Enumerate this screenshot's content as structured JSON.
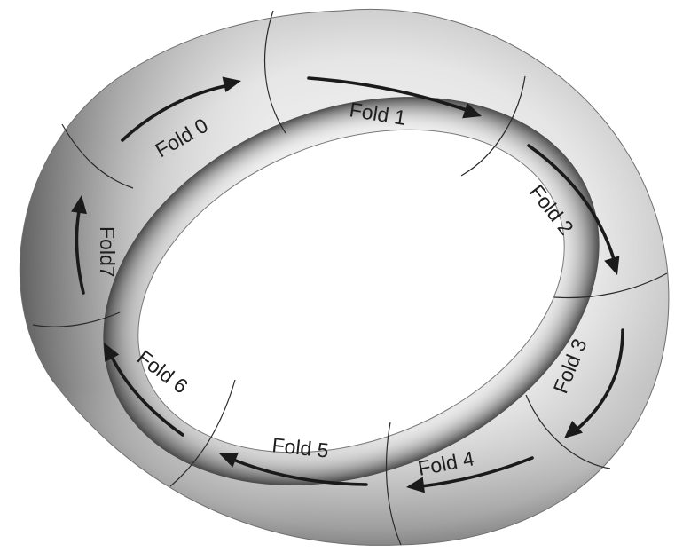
{
  "folds": [
    {
      "id": "fold-0",
      "label": "Fold 0"
    },
    {
      "id": "fold-1",
      "label": "Fold 1"
    },
    {
      "id": "fold-2",
      "label": "Fold 2"
    },
    {
      "id": "fold-3",
      "label": "Fold 3"
    },
    {
      "id": "fold-4",
      "label": "Fold 4"
    },
    {
      "id": "fold-5",
      "label": "Fold 5"
    },
    {
      "id": "fold-6",
      "label": "Fold 6"
    },
    {
      "id": "fold-7",
      "label": "Fold7"
    }
  ],
  "colors": {
    "torus_light": "#f4f4f4",
    "torus_mid": "#c9c9c9",
    "torus_dark": "#5a5a5a",
    "arrow": "#1a1a1a",
    "text": "#1e1e1e"
  }
}
